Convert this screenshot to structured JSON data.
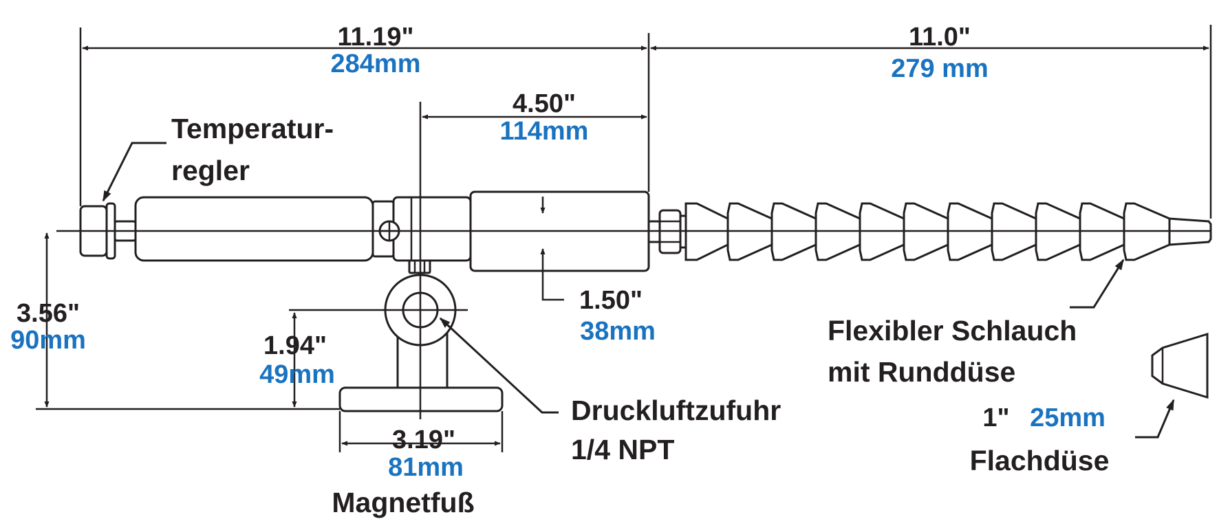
{
  "colors": {
    "ink": "#231f20",
    "metric": "#1a73c0",
    "background": "#ffffff"
  },
  "dimensions": {
    "overall_body": {
      "inch": "11.19\"",
      "mm": "284mm"
    },
    "hose_length": {
      "inch": "11.0\"",
      "mm": "279 mm"
    },
    "inlet_offset": {
      "inch": "4.50\"",
      "mm": "114mm"
    },
    "body_diameter": {
      "inch": "1.50\"",
      "mm": "38mm"
    },
    "total_height": {
      "inch": "3.56\"",
      "mm": "90mm"
    },
    "inlet_height": {
      "inch": "1.94\"",
      "mm": "49mm"
    },
    "base_width": {
      "inch": "3.19\"",
      "mm": "81mm"
    },
    "flat_nozzle_width": {
      "inch": "1\"",
      "mm": "25mm"
    }
  },
  "labels": {
    "temperature_regulator": [
      "Temperatur-",
      "regler"
    ],
    "flexible_hose": [
      "Flexibler Schlauch",
      "mit Runddüse"
    ],
    "air_inlet": [
      "Druckluftzufuhr",
      "1/4 NPT"
    ],
    "magnetic_base": "Magnetfuß",
    "flat_nozzle": "Flachdüse"
  }
}
